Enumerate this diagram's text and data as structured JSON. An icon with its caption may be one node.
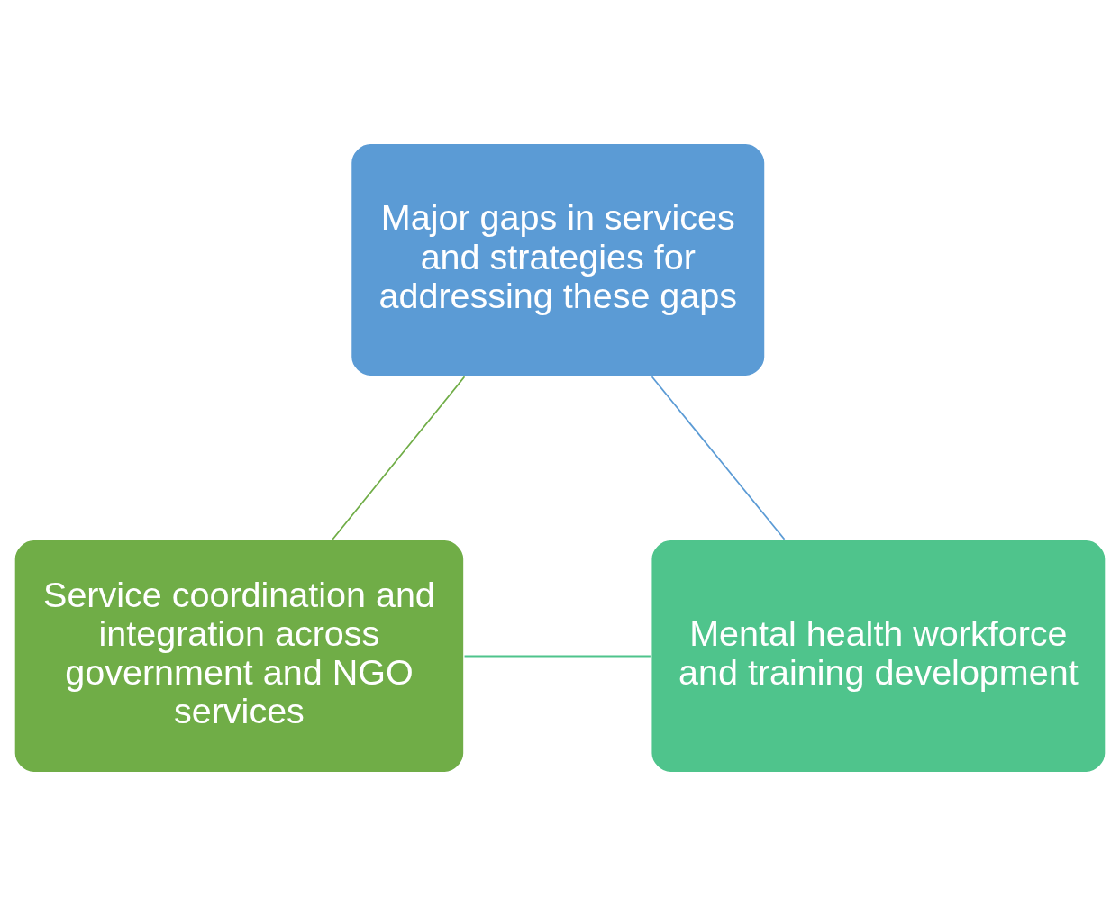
{
  "diagram": {
    "nodes": [
      {
        "text": [
          "Major gaps in services and strategies for addressing these gaps"
        ]
      },
      {
        "text": [
          "Service coordination and integration across government and NGO services"
        ]
      },
      {
        "text": [
          "Mental health workforce and training development"
        ]
      }
    ],
    "edges": [
      {
        "from": 0,
        "to": 2,
        "arrow": "none",
        "color": "#5b9bd5"
      },
      {
        "from": 2,
        "to": 1,
        "arrow": "none",
        "color": "#4fc48c"
      },
      {
        "from": 1,
        "to": 0,
        "arrow": "none",
        "color": "#70ad47"
      }
    ]
  }
}
